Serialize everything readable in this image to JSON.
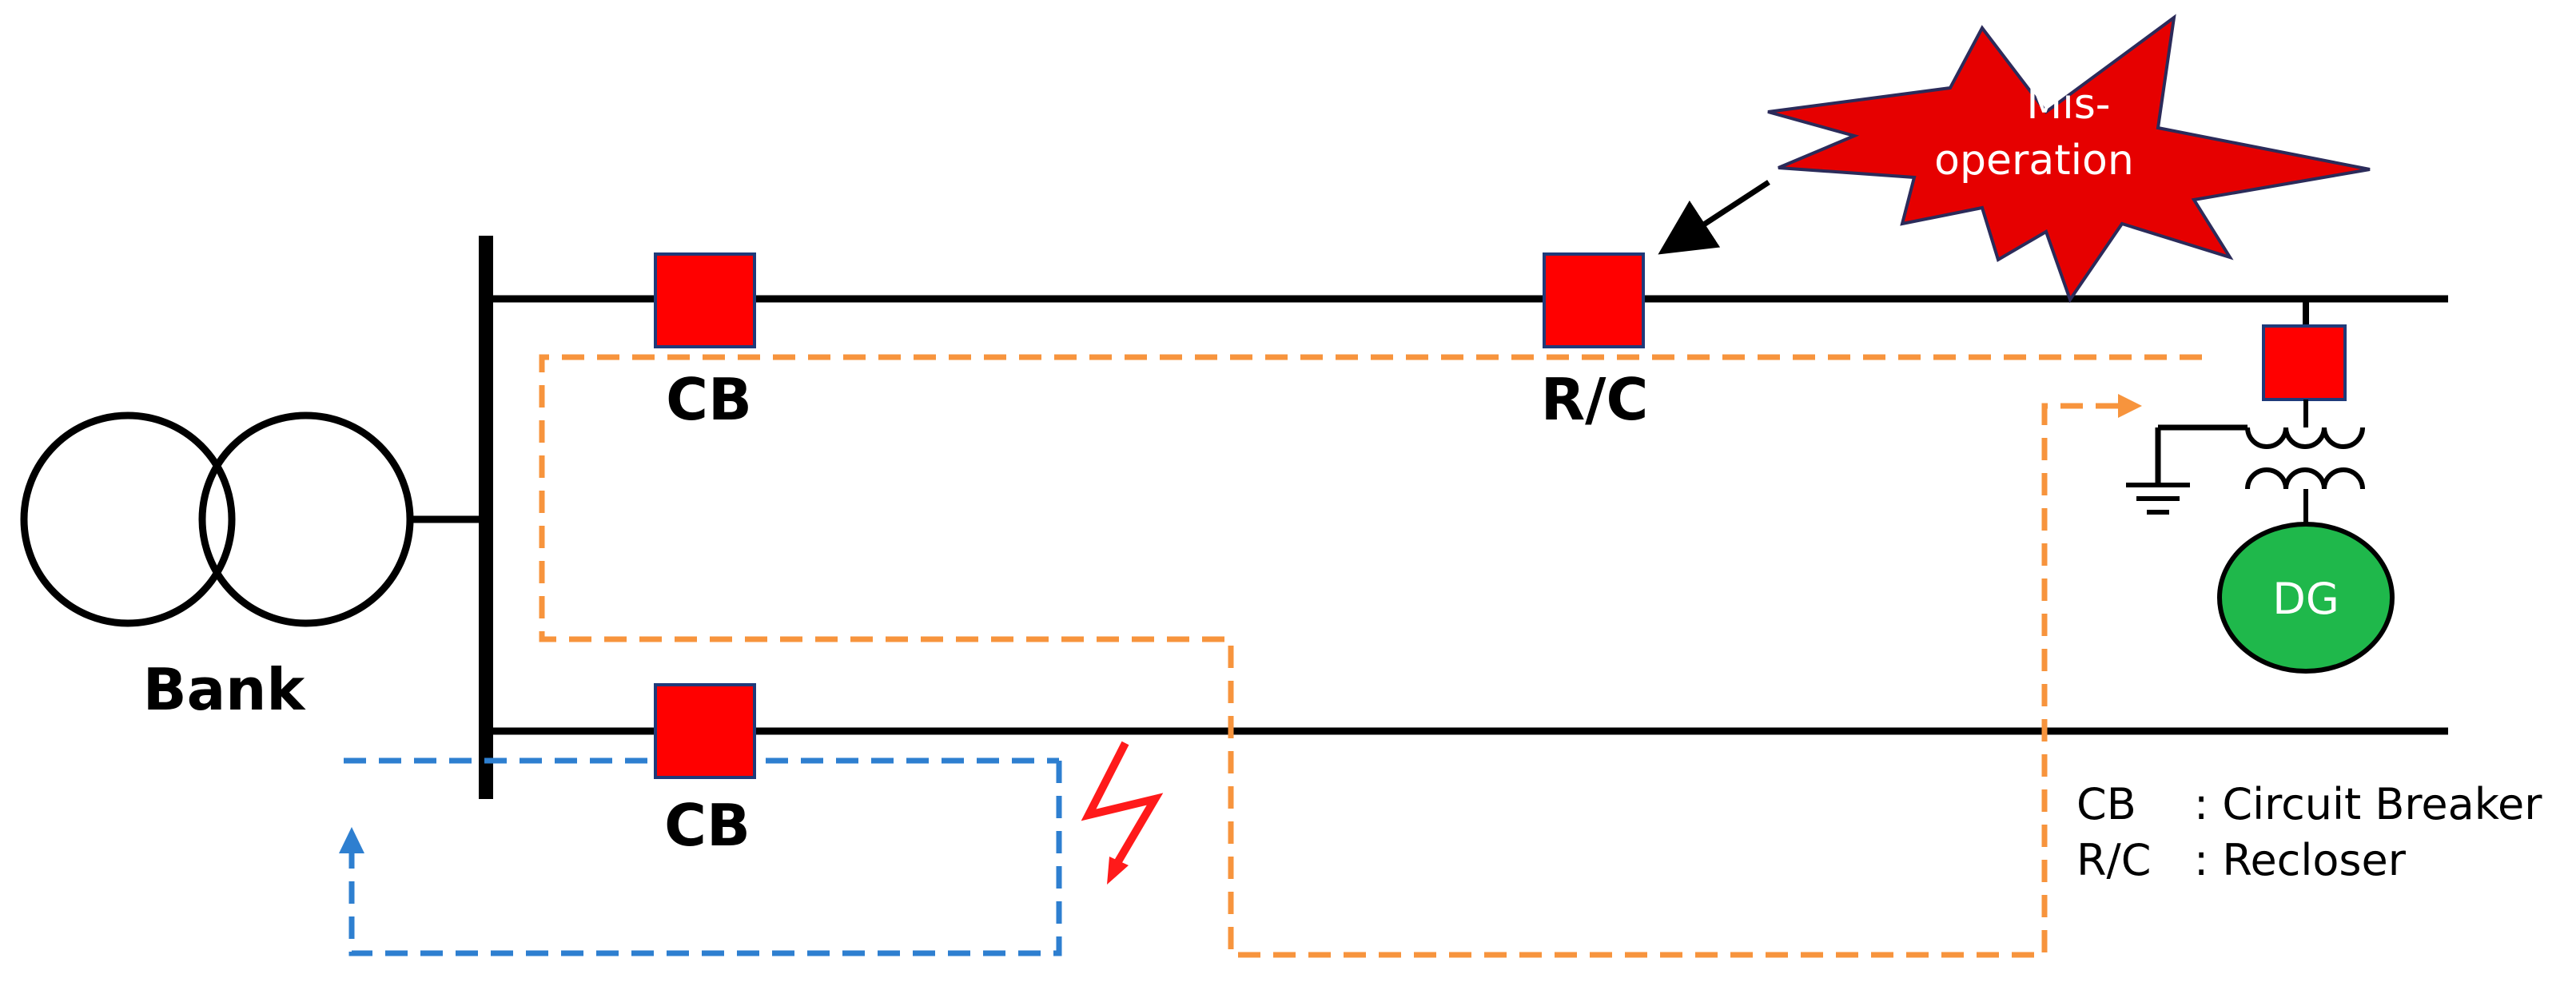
{
  "labels": {
    "bank": "Bank",
    "cb_top": "CB",
    "cb_bottom": "CB",
    "recloser": "R/C",
    "misoperation_line1": "Mis-",
    "misoperation_line2": "operation",
    "dg": "DG"
  },
  "legend": {
    "cb_abbr": "CB",
    "cb_text": ": Circuit Breaker",
    "rc_abbr": "R/C",
    "rc_text": ": Recloser"
  },
  "colors": {
    "line": "#000000",
    "breaker_fill": "#ff0000",
    "breaker_stroke": "#1f3a7a",
    "starburst": "#e60000",
    "dg_fill": "#1fb84b",
    "fault_path_orange": "#f7943d",
    "fault_path_blue": "#2e7fd0",
    "fault_bolt": "#ff1a1a"
  },
  "icons": {
    "fault": "lightning-bolt-icon",
    "ground": "ground-icon",
    "transformer": "transformer-icon"
  }
}
